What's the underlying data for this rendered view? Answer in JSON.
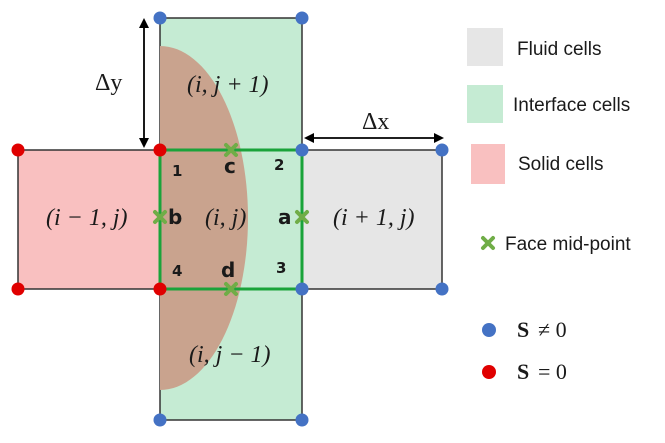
{
  "cells": {
    "top": "(i, j + 1)",
    "left": "(i − 1, j)",
    "center": "(i, j)",
    "right": "(i + 1, j)",
    "bottom": "(i, j − 1)"
  },
  "face_labels": {
    "a": "a",
    "b": "b",
    "c": "c",
    "d": "d"
  },
  "corner_labels": {
    "c1": "1",
    "c2": "2",
    "c3": "3",
    "c4": "4"
  },
  "dimensions": {
    "dy": "Δy",
    "dx": "Δx"
  },
  "legend": {
    "fluid": "Fluid cells",
    "interface": "Interface cells",
    "solid": "Solid cells",
    "face_midpoint": "Face mid-point",
    "s_nonzero": "≠ 0",
    "s_zero": "= 0",
    "s_symbol": "S"
  },
  "colors": {
    "fluid": "#e6e6e6",
    "interface": "#c5ebd3",
    "solid": "#f9c0c0",
    "solid_region": "#c9a38e",
    "green_outline": "#1aa33a",
    "face_marker": "#70ad47",
    "blue_node": "#4472c4",
    "red_node": "#e00000"
  }
}
